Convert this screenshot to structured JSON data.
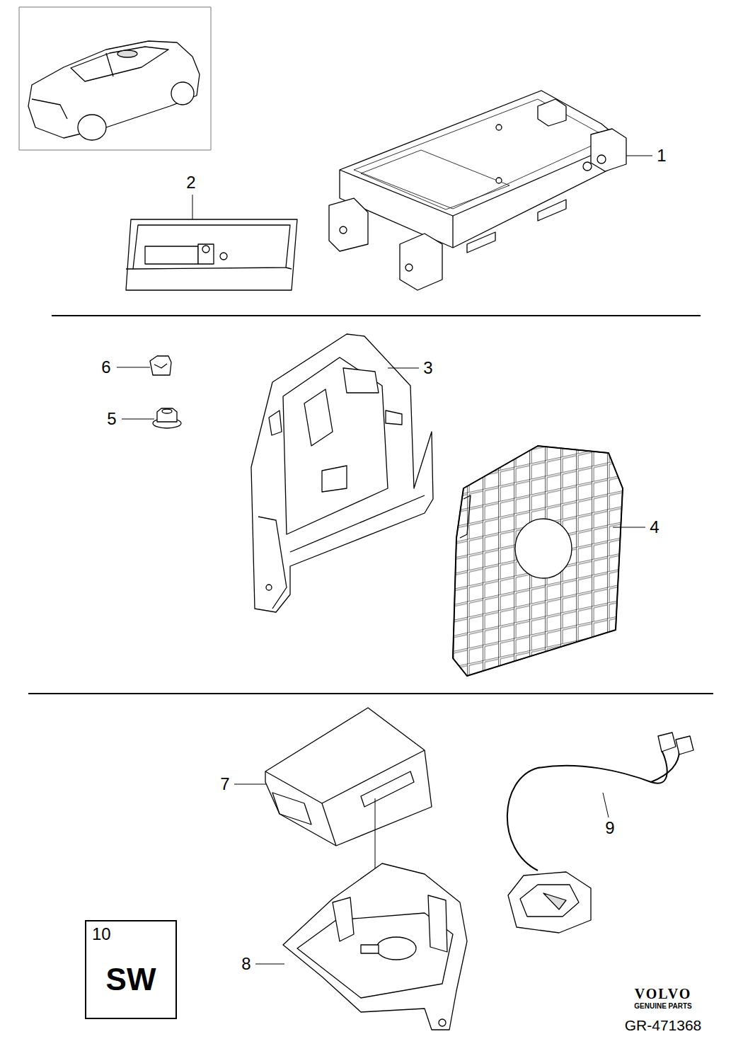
{
  "diagram": {
    "nodes": [
      {
        "text": [
          "10",
          "SW"
        ]
      }
    ],
    "labels": [
      "1",
      "2",
      "6",
      "3",
      "5",
      "4",
      "7",
      "9",
      "8",
      "VOLVO",
      "GENUINE PARTS",
      "GR-471368"
    ]
  }
}
